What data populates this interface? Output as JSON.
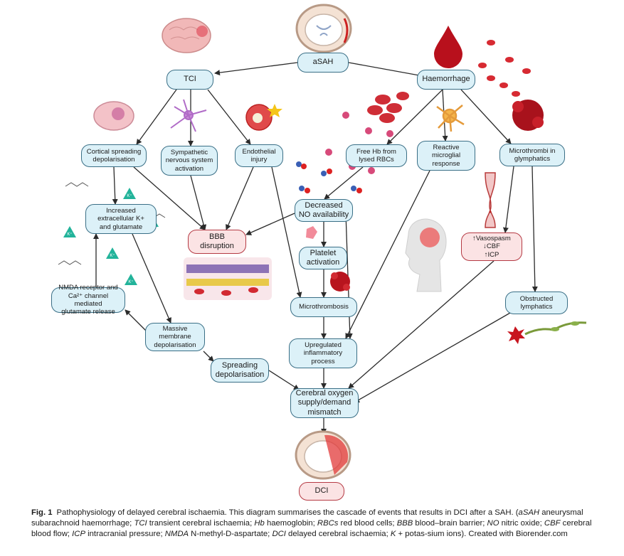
{
  "nodes": {
    "asah": "aSAH",
    "tci": "TCI",
    "haemorrhage": "Haemorrhage",
    "csd": "Cortical spreading\ndepolarisation",
    "sympathetic": "Sympathetic\nnervous system\nactivation",
    "endothelial": "Endothelial\ninjury",
    "free_hb": "Free Hb from\nlysed RBCs",
    "microglial": "Reactive\nmicroglial\nresponse",
    "microthrombi_glymph": "Microthrombi in\nglymphatics",
    "k_glutamate": "Increased\nextracellular K+\nand glutamate",
    "decreased_no": "Decreased\nNO availability",
    "bbb": "BBB\ndisruption",
    "platelet": "Platelet\nactivation",
    "vasospasm": "↑Vasospasm\n↓CBF\n↑ICP",
    "nmda": "NMDA receptor and\nCa²⁺ channel mediated\nglutamate release",
    "microthrombosis": "Microthrombosis",
    "obstructed": "Obstructed\nlymphatics",
    "massive": "Massive\nmembrane\ndepolarisation",
    "upregulated": "Upregulated\ninflammatory\nprocess",
    "spreading": "Spreading\ndepolarisation",
    "cerebral": "Cerebral oxygen\nsupply/demand\nmismatch",
    "dci": "DCI"
  },
  "icons": {
    "potassium_label": "K⁺"
  },
  "caption": {
    "label": "Fig. 1",
    "parts": [
      {
        "t": "Pathophysiology of delayed cerebral ischaemia. This diagram summarises the cascade of events that results in DCI after a SAH. (",
        "i": false
      },
      {
        "t": "aSAH",
        "i": true
      },
      {
        "t": " aneurysmal subarachnoid haemorrhage; ",
        "i": false
      },
      {
        "t": "TCI",
        "i": true
      },
      {
        "t": " transient cerebral ischaemia; ",
        "i": false
      },
      {
        "t": "Hb",
        "i": true
      },
      {
        "t": " haemoglobin; ",
        "i": false
      },
      {
        "t": "RBCs",
        "i": true
      },
      {
        "t": " red blood cells; ",
        "i": false
      },
      {
        "t": "BBB",
        "i": true
      },
      {
        "t": " blood–brain barrier; ",
        "i": false
      },
      {
        "t": "NO",
        "i": true
      },
      {
        "t": " nitric oxide; ",
        "i": false
      },
      {
        "t": "CBF",
        "i": true
      },
      {
        "t": " cerebral blood flow; ",
        "i": false
      },
      {
        "t": "ICP",
        "i": true
      },
      {
        "t": " intracranial pressure; ",
        "i": false
      },
      {
        "t": "NMDA",
        "i": true
      },
      {
        "t": " N-methyl-D-aspartate; ",
        "i": false
      },
      {
        "t": "DCI",
        "i": true
      },
      {
        "t": " delayed cerebral ischaemia; ",
        "i": false
      },
      {
        "t": "K",
        "i": true
      },
      {
        "t": " + potas-sium ions). Created with Biorender.com",
        "i": false
      }
    ]
  }
}
